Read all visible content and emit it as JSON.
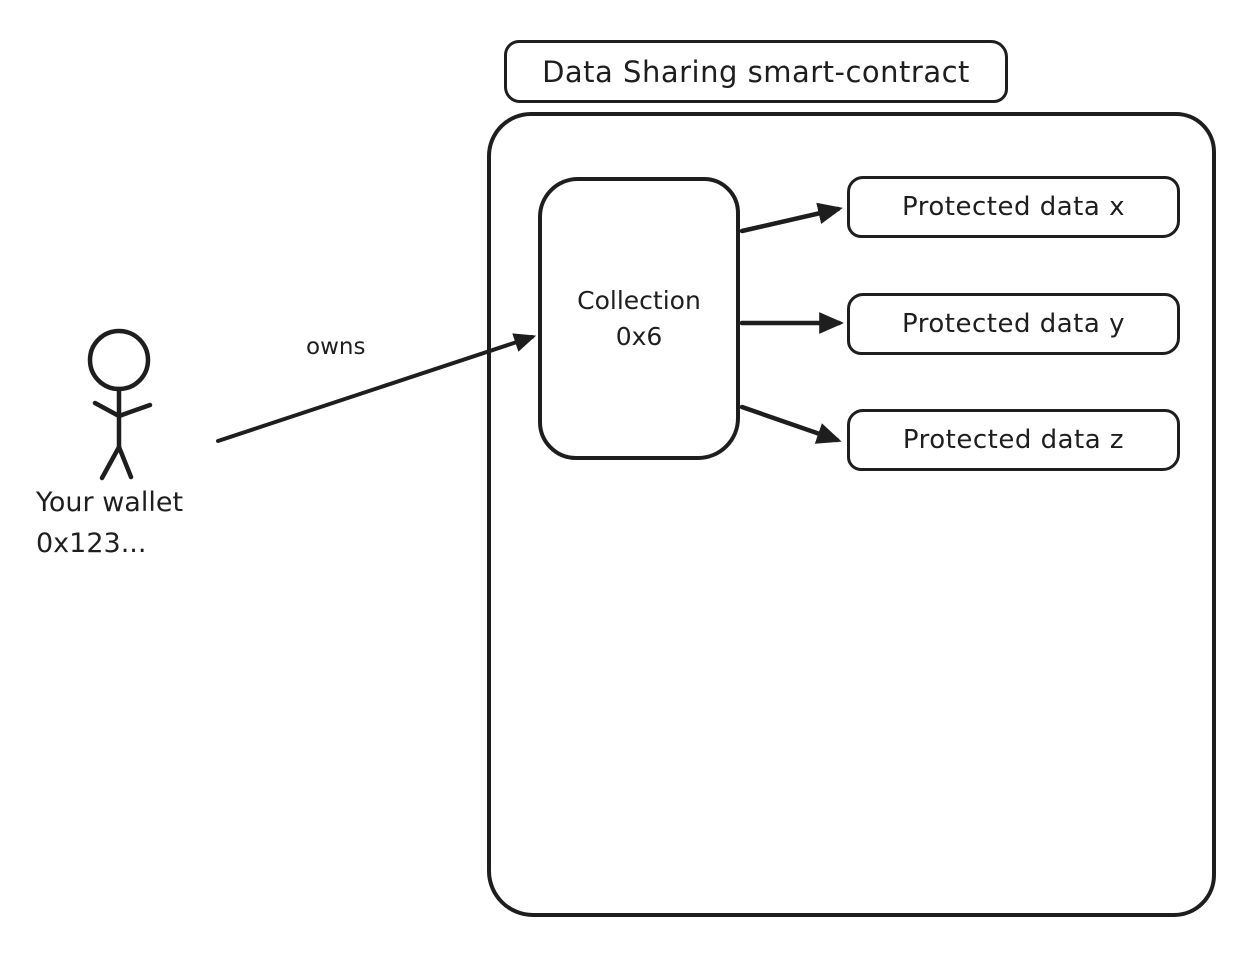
{
  "diagram": {
    "background_color": "#ffffff",
    "stroke_color": "#1e1e1e",
    "title": "Data Sharing smart-contract",
    "actor": {
      "label_line1": "Your wallet",
      "label_line2": "0x123..."
    },
    "relation_label": "owns",
    "collection": {
      "label_line1": "Collection",
      "label_line2": "0x6"
    },
    "protected_data": [
      {
        "label": "Protected data x"
      },
      {
        "label": "Protected data y"
      },
      {
        "label": "Protected data z"
      }
    ]
  }
}
